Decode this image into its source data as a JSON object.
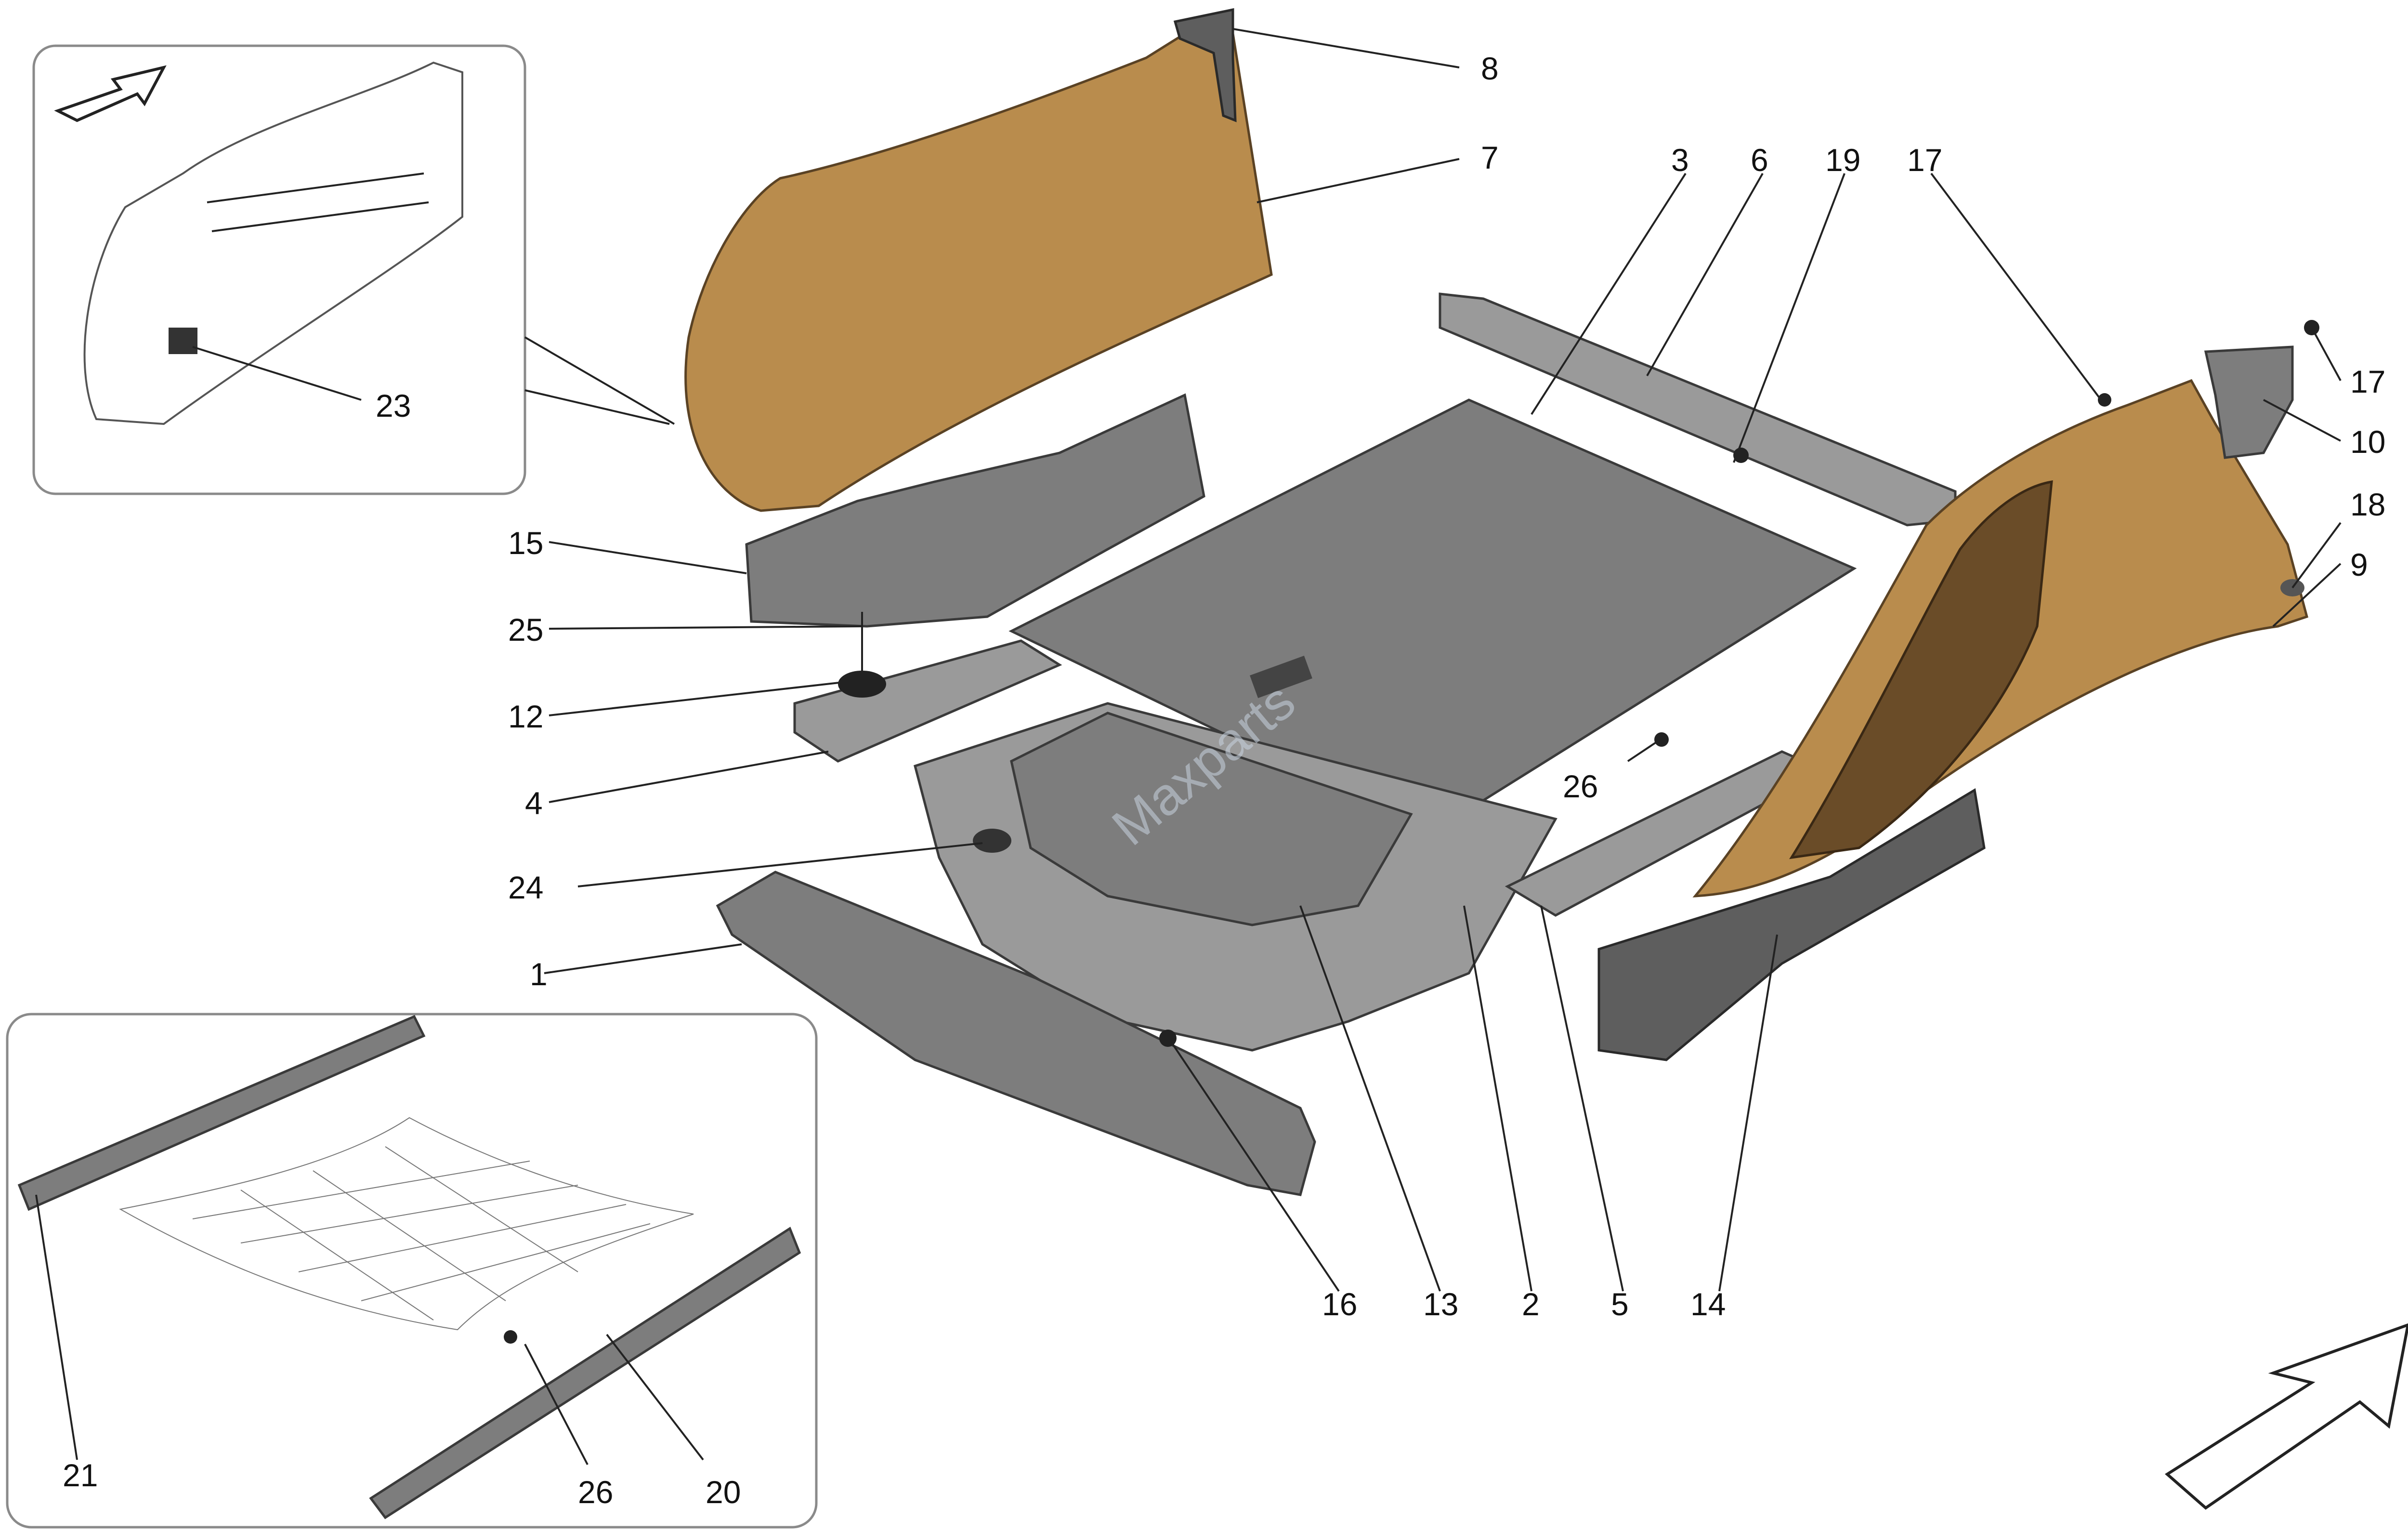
{
  "diagram": {
    "watermark": "Maxparts",
    "callouts": {
      "c1": "1",
      "c2": "2",
      "c3": "3",
      "c4": "4",
      "c5": "5",
      "c6": "6",
      "c7": "7",
      "c8": "8",
      "c9": "9",
      "c10": "10",
      "c12": "12",
      "c13": "13",
      "c14": "14",
      "c15": "15",
      "c16": "16",
      "c17a": "17",
      "c17b": "17",
      "c18": "18",
      "c19": "19",
      "c20": "20",
      "c21": "21",
      "c23": "23",
      "c24": "24",
      "c25": "25",
      "c26a": "26",
      "c26b": "26"
    },
    "colors": {
      "trim_tan": "#b98c4d",
      "mat_grey": "#7d7d7d",
      "outline": "#222222"
    }
  }
}
